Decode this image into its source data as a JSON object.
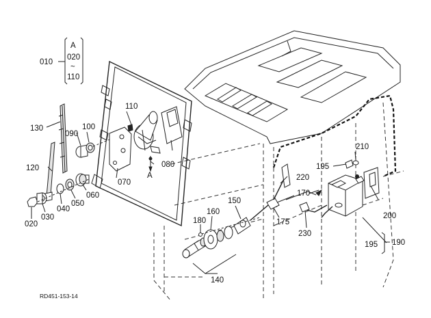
{
  "callouts": {
    "c010": "010",
    "c020_top": "020",
    "cA_top": "A",
    "c110_top": "110",
    "tilde": "~",
    "c110": "110",
    "c130": "130",
    "c090": "090",
    "c100": "100",
    "c120": "120",
    "c080": "080",
    "cA": "A",
    "c070": "070",
    "c060": "060",
    "c050": "050",
    "c040": "040",
    "c030": "030",
    "c020": "020",
    "c180": "180",
    "c160": "160",
    "c150": "150",
    "c140": "140",
    "c175": "175",
    "c170": "170",
    "c220": "220",
    "c195_top": "195",
    "c210": "210",
    "c230": "230",
    "c200": "200",
    "c195": "195",
    "c190": "190"
  },
  "reference_code": "RD451-153-14"
}
